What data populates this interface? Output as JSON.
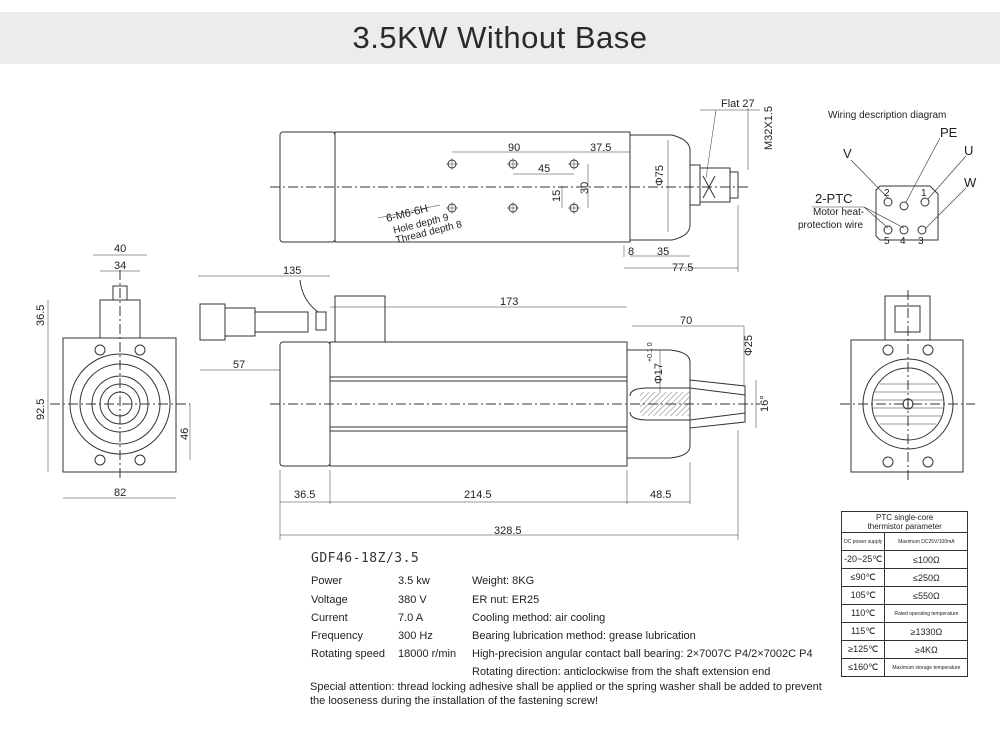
{
  "title": "3.5KW Without Base",
  "model": "GDF46-18Z/3.5",
  "dimensions": {
    "top": {
      "flat": "Flat 27",
      "thread": "M32X1.5",
      "d90": "90",
      "d375": "37.5",
      "d45": "45",
      "d30": "30",
      "d15": "15",
      "phi75": "Φ75",
      "d8": "8",
      "d35": "35",
      "d775": "77.5"
    },
    "holes": {
      "spec": "6-M6-6H",
      "hole_depth": "Hole depth 9",
      "thread_depth": "Thread depth 8"
    },
    "side": {
      "d135": "135",
      "d173": "173",
      "d57": "57",
      "d70": "70",
      "phi25": "Φ25",
      "phi17": "Φ17",
      "tol": "+0.1\n0",
      "angle": "16°",
      "d365": "36.5",
      "d2145": "214.5",
      "d485": "48.5",
      "d3285": "328.5"
    },
    "front": {
      "d40": "40",
      "d34": "34",
      "d365": "36.5",
      "d925": "92.5",
      "d46": "46",
      "d82": "82"
    }
  },
  "wiring": {
    "title": "Wiring description diagram",
    "labels": {
      "v": "V",
      "pe": "PE",
      "u": "U",
      "w": "W",
      "ptc": "2-PTC",
      "motor1": "Motor heat-",
      "motor2": "protection wire"
    },
    "pins": [
      "2",
      "1",
      "5",
      "4",
      "3"
    ]
  },
  "specs": {
    "left": [
      {
        "label": "Power",
        "value": "3.5 kw"
      },
      {
        "label": "Voltage",
        "value": "380 V"
      },
      {
        "label": "Current",
        "value": "7.0 A"
      },
      {
        "label": "Frequency",
        "value": "300 Hz"
      },
      {
        "label": "Rotating speed",
        "value": "18000 r/min"
      }
    ],
    "right": [
      "Weight: 8KG",
      "ER nut: ER25",
      "Cooling method: air cooling",
      "Bearing lubrication method: grease lubrication",
      "High-precision angular contact ball bearing: 2×7007C P4/2×7002C P4",
      "Rotating direction: anticlockwise from the shaft extension end"
    ],
    "attention": "Special attention: thread locking adhesive shall be applied or the spring washer shall be added to prevent the looseness during the installation of the fastening screw!"
  },
  "ptc_table": {
    "title1": "PTC single-core",
    "title2": "thermistor parameter",
    "header": {
      "left": "DC power supply",
      "right": "Maximum DC25V/100mA"
    },
    "rows": [
      {
        "temp": "-20~25℃",
        "value": "≤100Ω"
      },
      {
        "temp": "≤90℃",
        "value": "≤250Ω"
      },
      {
        "temp": "105℃",
        "value": "≤550Ω"
      },
      {
        "temp": "110℃",
        "value": "Rated operating temperature"
      },
      {
        "temp": "115℃",
        "value": "≥1330Ω"
      },
      {
        "temp": "≥125℃",
        "value": "≥4KΩ"
      },
      {
        "temp": "≤160℃",
        "value": "Maximum storage temperature"
      }
    ]
  }
}
